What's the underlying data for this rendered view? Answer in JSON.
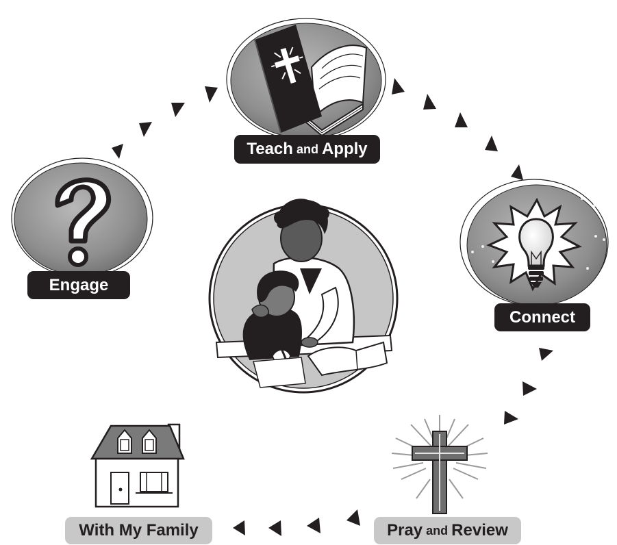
{
  "stages": {
    "teach_apply": {
      "word1": "Teach",
      "conj": "and",
      "word2": "Apply",
      "icon": "bible-icon"
    },
    "connect": {
      "word1": "Connect",
      "icon": "lightbulb-icon"
    },
    "pray_review": {
      "word1": "Pray",
      "conj": "and",
      "word2": "Review",
      "icon": "cross-icon"
    },
    "with_my_family": {
      "word1": "With My Family",
      "icon": "house-icon"
    },
    "engage": {
      "word1": "Engage",
      "icon": "question-mark-icon"
    }
  },
  "center": {
    "icon": "teacher-and-child-icon"
  },
  "colors": {
    "dark": "#231f20",
    "gray": "#8c8c8c",
    "light_gray": "#c8c8c8",
    "white": "#ffffff"
  }
}
